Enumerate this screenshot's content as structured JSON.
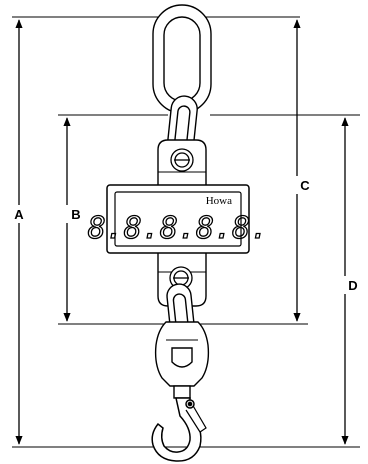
{
  "dimensions": [
    {
      "id": "A",
      "label": "A"
    },
    {
      "id": "B",
      "label": "B"
    },
    {
      "id": "C",
      "label": "C"
    },
    {
      "id": "D",
      "label": "D"
    }
  ],
  "display": {
    "brand": "Howa",
    "readout": "8.8.8.8.8."
  }
}
